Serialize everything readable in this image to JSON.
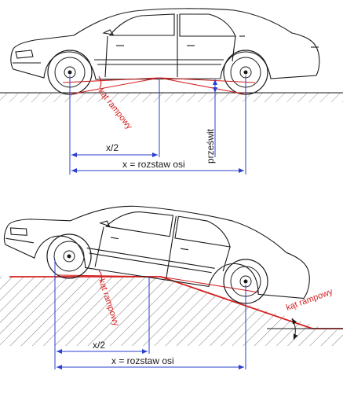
{
  "colors": {
    "outline": "#1a1a1a",
    "dimension": "#2b3fd0",
    "ramp": "#d42020",
    "hatch": "#9a9a9a",
    "background": "#ffffff"
  },
  "top_view": {
    "ramp_angle_label": "kąt rampowy",
    "half_wheelbase_label": "x/2",
    "wheelbase_label": "x = rozstaw osi",
    "ground_clearance_label": "prześwit"
  },
  "bottom_view": {
    "ramp_angle_label_under_car": "kąt rampowy",
    "ramp_angle_label_slope": "kąt rampowy",
    "half_wheelbase_label": "x/2",
    "wheelbase_label": "x = rozstaw osi"
  }
}
